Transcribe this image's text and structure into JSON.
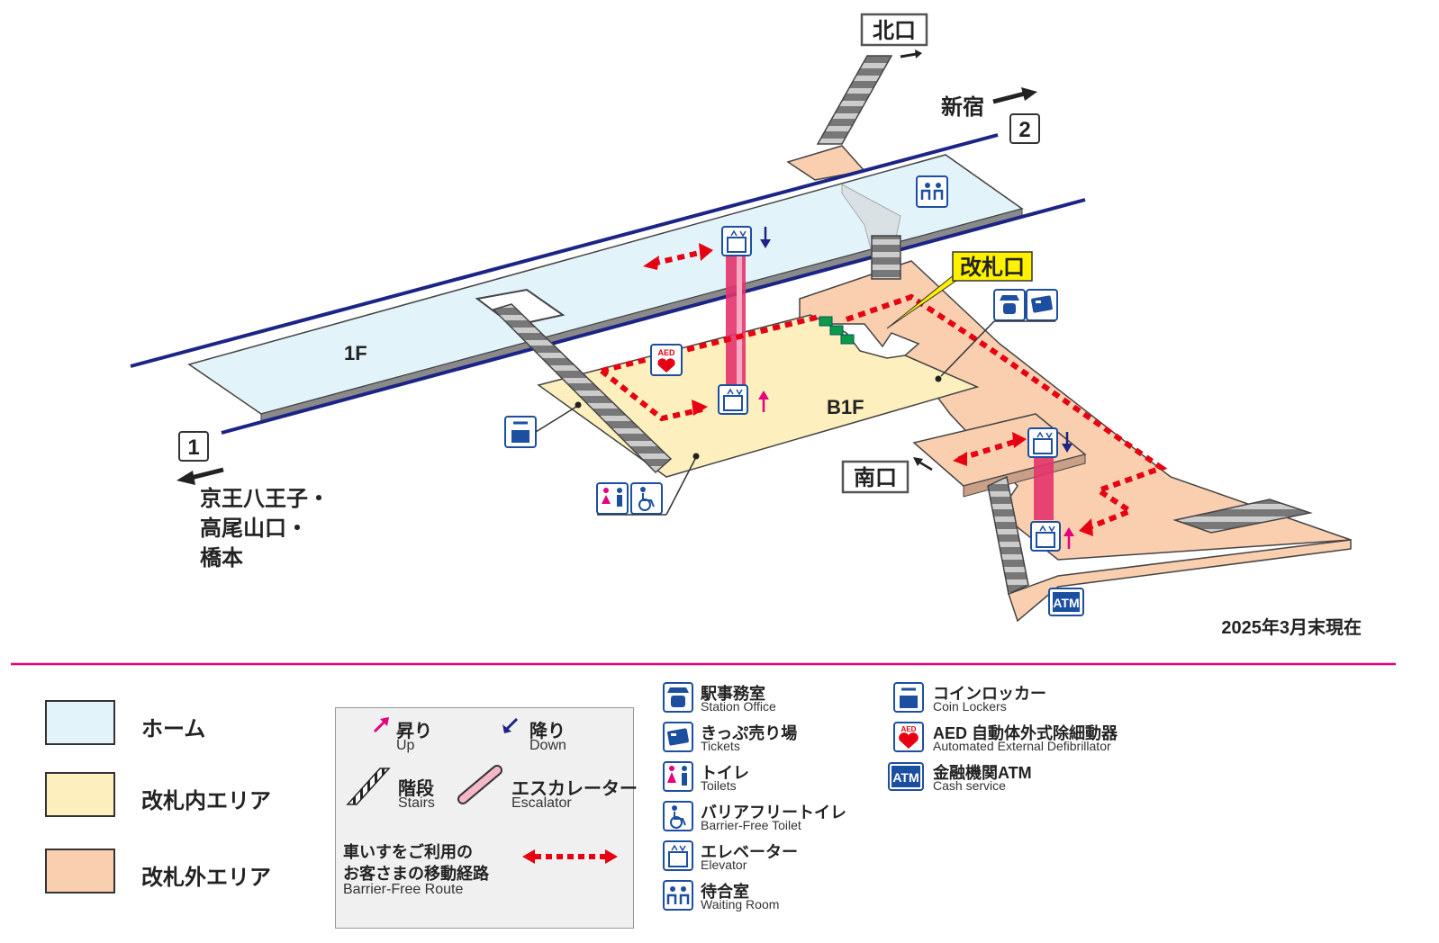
{
  "map": {
    "floors": {
      "platform": "1F",
      "concourse": "B1F"
    },
    "exits": {
      "north": "北口",
      "south": "南口"
    },
    "gates_label": "改札口",
    "tracks": [
      {
        "number": "1",
        "destination_lines": [
          "京王八王子・",
          "高尾山口・",
          "橋本"
        ]
      },
      {
        "number": "2",
        "destination_lines": [
          "新宿"
        ]
      }
    ],
    "as_of": "2025年3月末現在",
    "icons": {
      "aed": "AED",
      "atm": "ATM"
    }
  },
  "legend_areas": [
    {
      "label": "ホーム",
      "color": "#e2f3fa"
    },
    {
      "label": "改札内エリア",
      "color": "#fdf0be"
    },
    {
      "label": "改札外エリア",
      "color": "#f9cfb0"
    }
  ],
  "key_panel": {
    "up": {
      "jp": "昇り",
      "en": "Up"
    },
    "down": {
      "jp": "降り",
      "en": "Down"
    },
    "stairs": {
      "jp": "階段",
      "en": "Stairs"
    },
    "escalator": {
      "jp": "エスカレーター",
      "en": "Escalator"
    },
    "route": {
      "jp_line1": "車いすをご利用の",
      "jp_line2": "お客さまの移動経路",
      "en": "Barrier-Free Route"
    }
  },
  "facilities_col1": [
    {
      "icon": "station-office-icon",
      "jp": "駅事務室",
      "en": "Station Office"
    },
    {
      "icon": "ticket-icon",
      "jp": "きっぷ売り場",
      "en": "Tickets"
    },
    {
      "icon": "toilet-icon",
      "jp": "トイレ",
      "en": "Toilets"
    },
    {
      "icon": "wheelchair-icon",
      "jp": "バリアフリートイレ",
      "en": "Barrier-Free Toilet"
    },
    {
      "icon": "elevator-icon",
      "jp": "エレベーター",
      "en": "Elevator"
    },
    {
      "icon": "waiting-room-icon",
      "jp": "待合室",
      "en": "Waiting Room"
    }
  ],
  "facilities_col2": [
    {
      "icon": "coin-locker-icon",
      "jp": "コインロッカー",
      "en": "Coin Lockers"
    },
    {
      "icon": "aed-icon",
      "jp": "AED 自動体外式除細動器",
      "en": "Automated External Defibrillator"
    },
    {
      "icon": "atm-icon",
      "jp": "金融機関ATM",
      "en": "Cash service"
    }
  ],
  "colors": {
    "platform": "#e2f3fa",
    "inside_gate": "#fdf0be",
    "outside_gate": "#f9cfb0",
    "track_line": "#1c2485",
    "route": "#e60012",
    "divider": "#e4007f",
    "icon_blue": "#1c4fa0",
    "gate_label_bg": "#fff100"
  }
}
